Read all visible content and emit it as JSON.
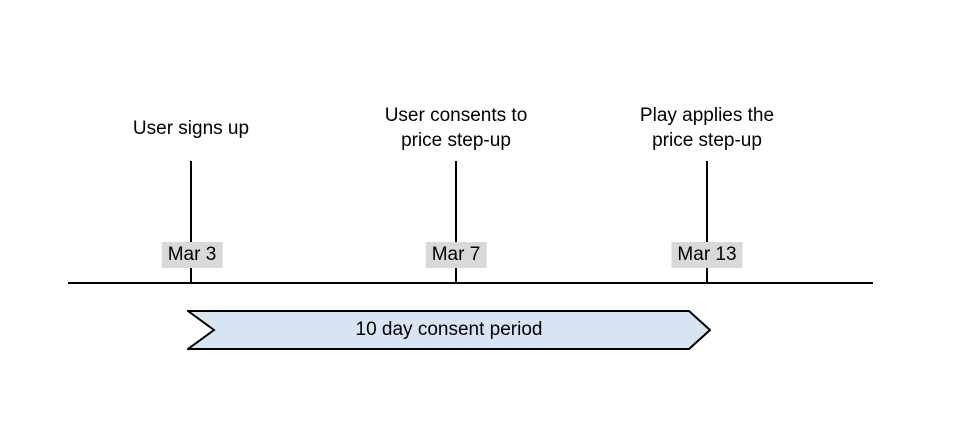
{
  "diagram": {
    "type": "timeline",
    "events": [
      {
        "label": "User signs up",
        "date": "Mar 3"
      },
      {
        "label": "User consents to\nprice step-up",
        "date": "Mar 7"
      },
      {
        "label": "Play applies the\nprice step-up",
        "date": "Mar 13"
      }
    ],
    "banner": {
      "label": "10 day consent period"
    },
    "colors": {
      "canvas_bg": "#ffffff",
      "text": "#000000",
      "line": "#000000",
      "date_label_bg": "#d9d9d9",
      "banner_fill": "#d7e4f2",
      "banner_stroke": "#000000"
    }
  }
}
